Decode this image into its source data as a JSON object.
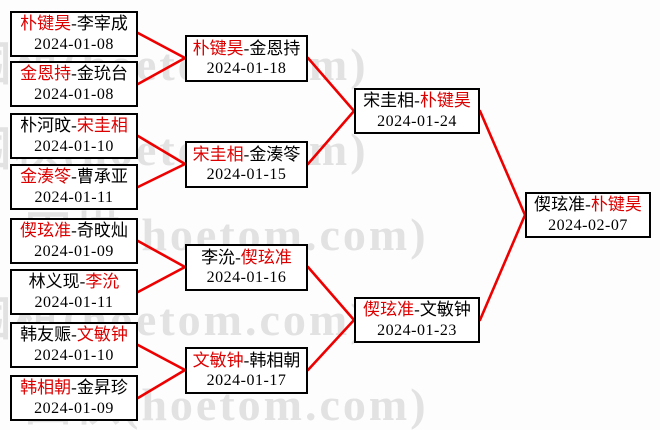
{
  "watermark": {
    "text": "围棋(hoetom.com)"
  },
  "colors": {
    "winner_text": "#dd0000",
    "connector_line": "#ee0000",
    "box_border": "#000000",
    "watermark_gray": "#e2e2e2"
  },
  "bracket": {
    "separator": "-",
    "rounds": [
      {
        "name": "round-of-16",
        "matches": [
          {
            "p1": "朴键昊",
            "p2": "李宰成",
            "winner": "p1",
            "date": "2024-01-08"
          },
          {
            "p1": "金恩持",
            "p2": "金玧台",
            "winner": "p1",
            "date": "2024-01-08"
          },
          {
            "p1": "朴河旼",
            "p2": "宋圭相",
            "winner": "p2",
            "date": "2024-01-10"
          },
          {
            "p1": "金湊笭",
            "p2": "曹承亚",
            "winner": "p1",
            "date": "2024-01-11"
          },
          {
            "p1": "偰玹准",
            "p2": "奇旼灿",
            "winner": "p1",
            "date": "2024-01-09"
          },
          {
            "p1": "林义现",
            "p2": "李沇",
            "winner": "p2",
            "date": "2024-01-11"
          },
          {
            "p1": "韩友赈",
            "p2": "文敏钟",
            "winner": "p2",
            "date": "2024-01-10"
          },
          {
            "p1": "韩相朝",
            "p2": "金昇珍",
            "winner": "p1",
            "date": "2024-01-09"
          }
        ]
      },
      {
        "name": "quarterfinals",
        "matches": [
          {
            "p1": "朴键昊",
            "p2": "金恩持",
            "winner": "p1",
            "date": "2024-01-18"
          },
          {
            "p1": "宋圭相",
            "p2": "金湊笭",
            "winner": "p1",
            "date": "2024-01-15"
          },
          {
            "p1": "李沇",
            "p2": "偰玹准",
            "winner": "p2",
            "date": "2024-01-16"
          },
          {
            "p1": "文敏钟",
            "p2": "韩相朝",
            "winner": "p1",
            "date": "2024-01-17"
          }
        ]
      },
      {
        "name": "semifinals",
        "matches": [
          {
            "p1": "宋圭相",
            "p2": "朴键昊",
            "winner": "p2",
            "date": "2024-01-24"
          },
          {
            "p1": "偰玹准",
            "p2": "文敏钟",
            "winner": "p1",
            "date": "2024-01-23"
          }
        ]
      },
      {
        "name": "final",
        "matches": [
          {
            "p1": "偰玹准",
            "p2": "朴键昊",
            "winner": "p2",
            "date": "2024-02-07"
          }
        ]
      }
    ]
  }
}
